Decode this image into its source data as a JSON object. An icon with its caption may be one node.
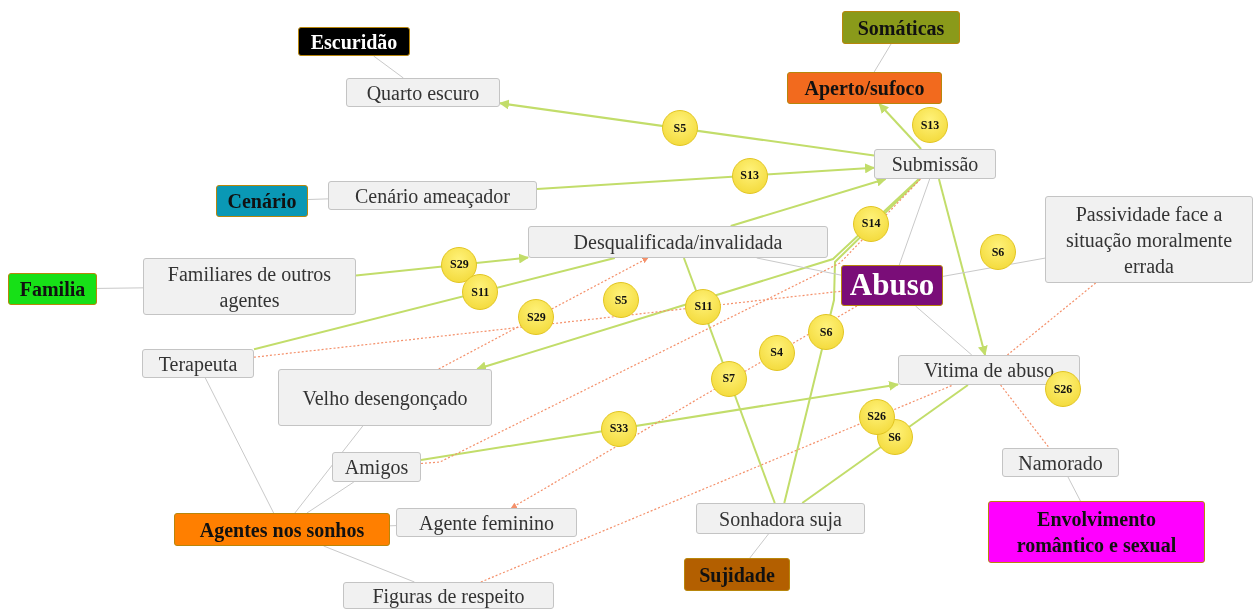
{
  "diagram": {
    "nodes": [
      {
        "text": [
          "Escuridão"
        ]
      },
      {
        "text": [
          "Quarto escuro"
        ]
      },
      {
        "text": [
          "Somáticas"
        ]
      },
      {
        "text": [
          "Aperto/sufoco"
        ]
      },
      {
        "text": [
          "Submissão"
        ]
      },
      {
        "text": [
          "Cenário"
        ]
      },
      {
        "text": [
          "Cenário ameaçador"
        ]
      },
      {
        "text": [
          "Desqualificada/invalidada"
        ]
      },
      {
        "text": [
          "Passividade face a situação moralmente errada"
        ]
      },
      {
        "text": [
          "Familia"
        ]
      },
      {
        "text": [
          "Familiares de outros agentes"
        ]
      },
      {
        "text": [
          "Abuso"
        ]
      },
      {
        "text": [
          "Terapeuta"
        ]
      },
      {
        "text": [
          "Velho desengonçado"
        ]
      },
      {
        "text": [
          "Vitima de abuso"
        ]
      },
      {
        "text": [
          "Amigos"
        ]
      },
      {
        "text": [
          "Namorado"
        ]
      },
      {
        "text": [
          "Agentes nos sonhos"
        ]
      },
      {
        "text": [
          "Agente feminino"
        ]
      },
      {
        "text": [
          "Sonhadora suja"
        ]
      },
      {
        "text": [
          "Envolvimento romântico e sexual"
        ]
      },
      {
        "text": [
          "Sujidade"
        ]
      },
      {
        "text": [
          "Figuras de respeito"
        ]
      }
    ],
    "edges": [
      {
        "from": 0,
        "to": 1,
        "arrow": "none"
      },
      {
        "from": 2,
        "to": 3,
        "arrow": "none"
      },
      {
        "from": 5,
        "to": 6,
        "arrow": "none"
      },
      {
        "from": 9,
        "to": 10,
        "arrow": "none"
      },
      {
        "from": 4,
        "to": 1,
        "arrow": "to",
        "label": "S5",
        "color": "#c2dd6a"
      },
      {
        "from": 4,
        "to": 3,
        "arrow": "to",
        "color": "#c2dd6a"
      },
      {
        "from": 6,
        "to": 4,
        "arrow": "to",
        "label": "S13",
        "color": "#c2dd6a"
      },
      {
        "from": 7,
        "to": 4,
        "arrow": "to",
        "color": "#c2dd6a"
      },
      {
        "from": 4,
        "to": 13,
        "arrow": "to",
        "label": "S14",
        "color": "#c2dd6a"
      },
      {
        "from": 10,
        "to": 7,
        "arrow": "to",
        "label": "S29",
        "color": "#c2dd6a"
      },
      {
        "from": 12,
        "to": 7,
        "arrow": "none",
        "label": "S11",
        "color": "#c2dd6a"
      },
      {
        "from": 19,
        "to": 4,
        "arrow": "none",
        "label": "S6",
        "color": "#c2dd6a"
      },
      {
        "from": 4,
        "to": 14,
        "arrow": "to",
        "color": "#c2dd6a"
      },
      {
        "from": 7,
        "to": 19,
        "arrow": "none",
        "label": "S7",
        "color": "#c2dd6a"
      },
      {
        "from": 15,
        "to": 14,
        "arrow": "to",
        "label": "S33",
        "color": "#c2dd6a"
      },
      {
        "from": 19,
        "to": 14,
        "arrow": "none",
        "label": "S6",
        "color": "#c2dd6a"
      },
      {
        "from": 12,
        "to": 11,
        "arrow": "none",
        "label": "S11",
        "style": "dashed",
        "color": "#f4906a"
      },
      {
        "from": 13,
        "to": 7,
        "arrow": "to",
        "label": "S29",
        "style": "dashed",
        "color": "#f4906a"
      },
      {
        "from": 22,
        "to": 14,
        "arrow": "none",
        "label": "S26",
        "style": "dashed",
        "color": "#f4906a"
      },
      {
        "from": 15,
        "to": 4,
        "arrow": "none",
        "style": "dashed",
        "color": "#f4906a"
      },
      {
        "from": 11,
        "to": 18,
        "arrow": "to",
        "label": "S4",
        "style": "dashed",
        "color": "#f4906a"
      },
      {
        "from": 14,
        "to": 16,
        "arrow": "none",
        "style": "dashed",
        "color": "#f4906a"
      },
      {
        "from": 8,
        "to": 14,
        "arrow": "none",
        "style": "dashed",
        "color": "#f4906a"
      },
      {
        "from": 7,
        "to": 11,
        "arrow": "none"
      },
      {
        "from": 11,
        "to": 8,
        "arrow": "none"
      },
      {
        "from": 11,
        "to": 14,
        "arrow": "none"
      },
      {
        "from": 4,
        "to": 11,
        "arrow": "none"
      },
      {
        "from": 17,
        "to": 12,
        "arrow": "none"
      },
      {
        "from": 17,
        "to": 13,
        "arrow": "none"
      },
      {
        "from": 17,
        "to": 15,
        "arrow": "none"
      },
      {
        "from": 17,
        "to": 18,
        "arrow": "none"
      },
      {
        "from": 17,
        "to": 22,
        "arrow": "none"
      },
      {
        "from": 16,
        "to": 20,
        "arrow": "none"
      },
      {
        "from": 19,
        "to": 21,
        "arrow": "none"
      }
    ],
    "labels": [
      "S13",
      "S6",
      "S5",
      "S26"
    ]
  }
}
